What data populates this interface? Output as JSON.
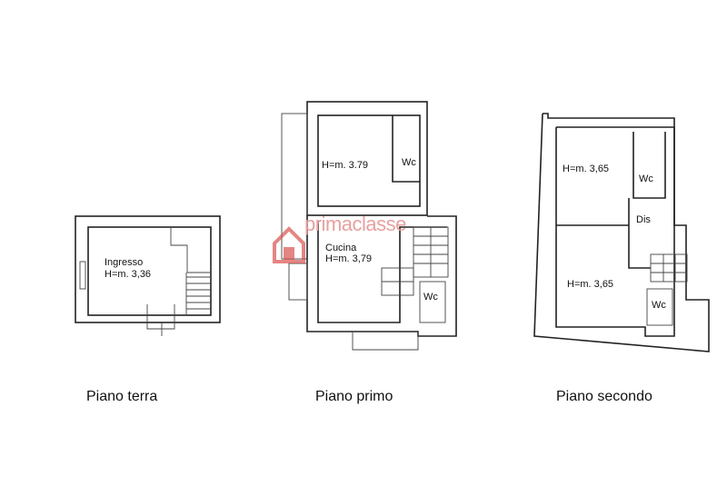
{
  "watermark": {
    "text": "primaclasse",
    "color": "#d9534f"
  },
  "plans": [
    {
      "caption": "Piano terra",
      "rooms": [
        {
          "name": "Ingresso",
          "height": "H=m. 3,36"
        }
      ]
    },
    {
      "caption": "Piano primo",
      "rooms": [
        {
          "height": "H=m. 3.79"
        },
        {
          "name": "Wc"
        },
        {
          "name": "Cucina",
          "height": "H=m. 3,79"
        },
        {
          "name": "Wc"
        }
      ]
    },
    {
      "caption": "Piano secondo",
      "rooms": [
        {
          "height": "H=m. 3,65"
        },
        {
          "name": "Wc"
        },
        {
          "name": "Dis"
        },
        {
          "height": "H=m. 3,65"
        },
        {
          "name": "Wc"
        }
      ]
    }
  ]
}
